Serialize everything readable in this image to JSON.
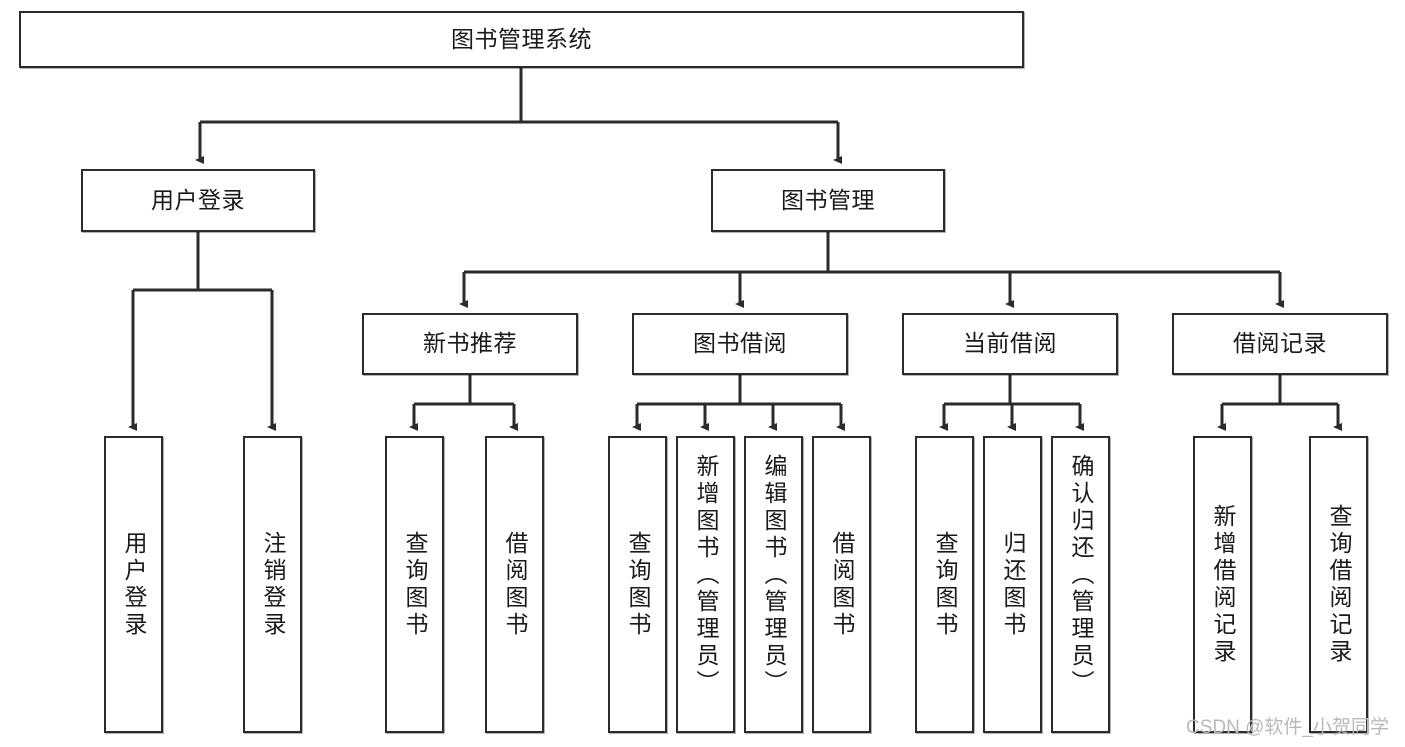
{
  "diagram": {
    "title": "图书管理系统",
    "type": "tree-hierarchy",
    "root": {
      "id": "root",
      "label": "图书管理系统"
    },
    "level1": [
      {
        "id": "user-login",
        "label": "用户登录"
      },
      {
        "id": "book-manage",
        "label": "图书管理"
      }
    ],
    "level2": [
      {
        "id": "new-book-rec",
        "label": "新书推荐",
        "parent": "book-manage"
      },
      {
        "id": "book-borrow",
        "label": "图书借阅",
        "parent": "book-manage"
      },
      {
        "id": "current-borrow",
        "label": "当前借阅",
        "parent": "book-manage"
      },
      {
        "id": "borrow-record",
        "label": "借阅记录",
        "parent": "book-manage"
      }
    ],
    "leaves": [
      {
        "id": "leaf-user-login",
        "label": "用户登录",
        "parent": "user-login"
      },
      {
        "id": "leaf-logout-login",
        "label": "注销登录",
        "parent": "user-login"
      },
      {
        "id": "leaf-query-book-1",
        "label": "查询图书",
        "parent": "new-book-rec"
      },
      {
        "id": "leaf-borrow-book-1",
        "label": "借阅图书",
        "parent": "new-book-rec"
      },
      {
        "id": "leaf-query-book-2",
        "label": "查询图书",
        "parent": "book-borrow"
      },
      {
        "id": "leaf-add-book",
        "label": "新增图书（管理员）",
        "parent": "book-borrow"
      },
      {
        "id": "leaf-edit-book",
        "label": "编辑图书（管理员）",
        "parent": "book-borrow"
      },
      {
        "id": "leaf-borrow-book-2",
        "label": "借阅图书",
        "parent": "book-borrow"
      },
      {
        "id": "leaf-query-book-3",
        "label": "查询图书",
        "parent": "current-borrow"
      },
      {
        "id": "leaf-return-book",
        "label": "归还图书",
        "parent": "current-borrow"
      },
      {
        "id": "leaf-confirm-return",
        "label": "确认归还（管理员）",
        "parent": "current-borrow"
      },
      {
        "id": "leaf-add-record",
        "label": "新增借阅记录",
        "parent": "borrow-record"
      },
      {
        "id": "leaf-query-record",
        "label": "查询借阅记录",
        "parent": "borrow-record"
      }
    ],
    "colors": {
      "stroke": "#2b2b2b",
      "fill": "#ffffff",
      "text": "#1a1a1a",
      "watermark": "#b9b9b9"
    }
  },
  "watermark": {
    "text": "CSDN @软件_小贺同学"
  }
}
